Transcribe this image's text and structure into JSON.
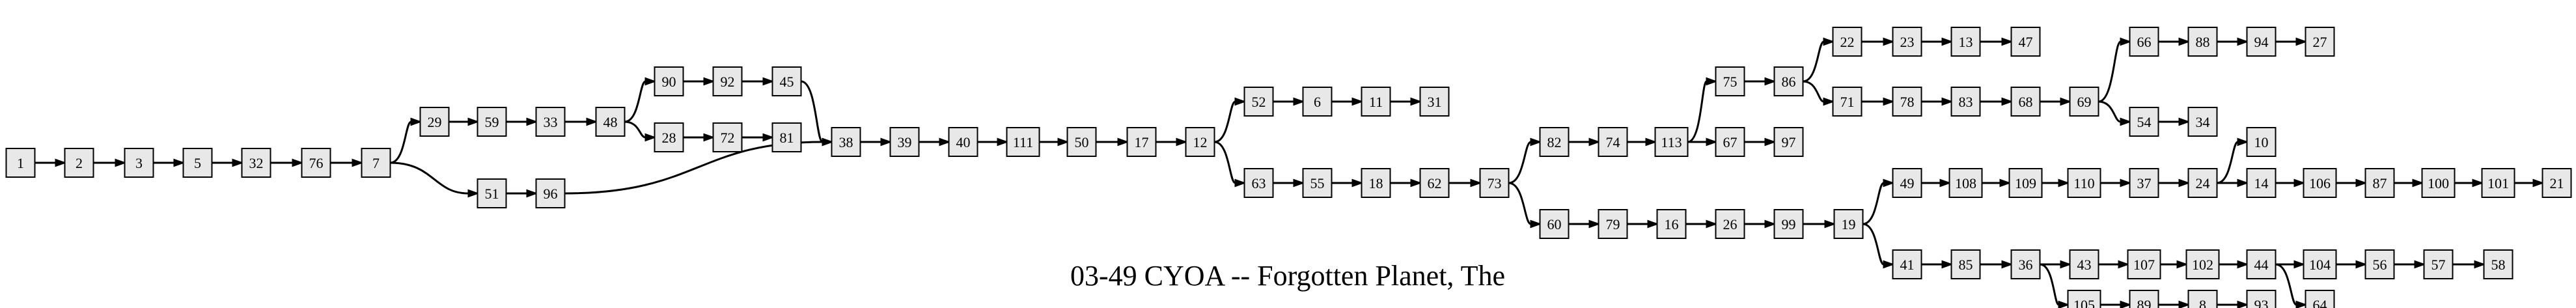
{
  "graph": {
    "title": "03-49 CYOA -- Forgotten Planet, The",
    "nodes": [
      "1",
      "2",
      "3",
      "5",
      "32",
      "76",
      "7",
      "29",
      "59",
      "33",
      "48",
      "90",
      "92",
      "45",
      "28",
      "72",
      "81",
      "51",
      "96",
      "38",
      "39",
      "40",
      "111",
      "50",
      "17",
      "12",
      "52",
      "6",
      "11",
      "31",
      "63",
      "55",
      "18",
      "62",
      "73",
      "82",
      "74",
      "113",
      "75",
      "86",
      "22",
      "23",
      "13",
      "47",
      "71",
      "78",
      "83",
      "68",
      "69",
      "66",
      "88",
      "94",
      "27",
      "54",
      "34",
      "67",
      "97",
      "60",
      "79",
      "16",
      "26",
      "99",
      "19",
      "49",
      "108",
      "109",
      "110",
      "37",
      "24",
      "10",
      "14",
      "106",
      "87",
      "100",
      "101",
      "21",
      "41",
      "85",
      "36",
      "43",
      "107",
      "102",
      "44",
      "104",
      "56",
      "57",
      "58",
      "64",
      "105",
      "89",
      "8",
      "93"
    ],
    "edges": [
      [
        "1",
        "2"
      ],
      [
        "2",
        "3"
      ],
      [
        "3",
        "5"
      ],
      [
        "5",
        "32"
      ],
      [
        "32",
        "76"
      ],
      [
        "76",
        "7"
      ],
      [
        "7",
        "29"
      ],
      [
        "7",
        "51"
      ],
      [
        "29",
        "59"
      ],
      [
        "59",
        "33"
      ],
      [
        "33",
        "48"
      ],
      [
        "48",
        "90"
      ],
      [
        "48",
        "28"
      ],
      [
        "90",
        "92"
      ],
      [
        "92",
        "45"
      ],
      [
        "45",
        "38"
      ],
      [
        "28",
        "72"
      ],
      [
        "72",
        "81"
      ],
      [
        "51",
        "96"
      ],
      [
        "96",
        "38"
      ],
      [
        "38",
        "39"
      ],
      [
        "39",
        "40"
      ],
      [
        "40",
        "111"
      ],
      [
        "111",
        "50"
      ],
      [
        "50",
        "17"
      ],
      [
        "17",
        "12"
      ],
      [
        "12",
        "52"
      ],
      [
        "12",
        "63"
      ],
      [
        "52",
        "6"
      ],
      [
        "6",
        "11"
      ],
      [
        "11",
        "31"
      ],
      [
        "63",
        "55"
      ],
      [
        "55",
        "18"
      ],
      [
        "18",
        "62"
      ],
      [
        "62",
        "73"
      ],
      [
        "73",
        "82"
      ],
      [
        "73",
        "60"
      ],
      [
        "82",
        "74"
      ],
      [
        "74",
        "113"
      ],
      [
        "113",
        "75"
      ],
      [
        "113",
        "67"
      ],
      [
        "75",
        "86"
      ],
      [
        "86",
        "22"
      ],
      [
        "86",
        "71"
      ],
      [
        "22",
        "23"
      ],
      [
        "23",
        "13"
      ],
      [
        "13",
        "47"
      ],
      [
        "71",
        "78"
      ],
      [
        "78",
        "83"
      ],
      [
        "83",
        "68"
      ],
      [
        "68",
        "69"
      ],
      [
        "69",
        "66"
      ],
      [
        "69",
        "54"
      ],
      [
        "66",
        "88"
      ],
      [
        "88",
        "94"
      ],
      [
        "94",
        "27"
      ],
      [
        "54",
        "34"
      ],
      [
        "67",
        "97"
      ],
      [
        "60",
        "79"
      ],
      [
        "79",
        "16"
      ],
      [
        "16",
        "26"
      ],
      [
        "26",
        "99"
      ],
      [
        "99",
        "19"
      ],
      [
        "19",
        "49"
      ],
      [
        "19",
        "41"
      ],
      [
        "49",
        "108"
      ],
      [
        "108",
        "109"
      ],
      [
        "109",
        "110"
      ],
      [
        "110",
        "37"
      ],
      [
        "37",
        "24"
      ],
      [
        "24",
        "10"
      ],
      [
        "24",
        "14"
      ],
      [
        "14",
        "106"
      ],
      [
        "106",
        "87"
      ],
      [
        "87",
        "100"
      ],
      [
        "100",
        "101"
      ],
      [
        "101",
        "21"
      ],
      [
        "41",
        "85"
      ],
      [
        "85",
        "36"
      ],
      [
        "36",
        "43"
      ],
      [
        "36",
        "105"
      ],
      [
        "43",
        "107"
      ],
      [
        "107",
        "102"
      ],
      [
        "102",
        "44"
      ],
      [
        "44",
        "104"
      ],
      [
        "44",
        "64"
      ],
      [
        "104",
        "56"
      ],
      [
        "56",
        "57"
      ],
      [
        "57",
        "58"
      ],
      [
        "105",
        "89"
      ],
      [
        "89",
        "8"
      ],
      [
        "8",
        "93"
      ]
    ]
  }
}
